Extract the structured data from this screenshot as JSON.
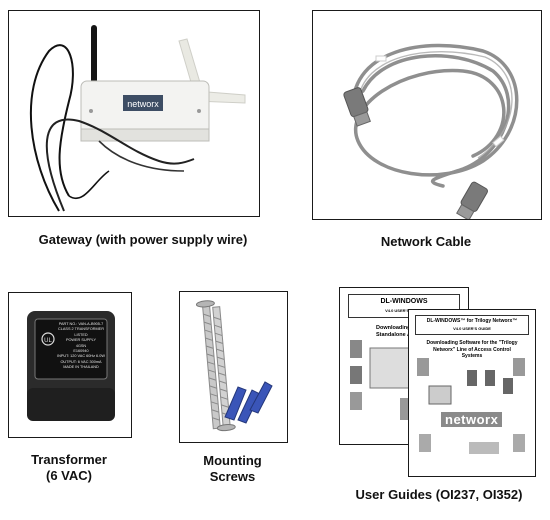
{
  "items": [
    {
      "id": "gateway",
      "caption": "Gateway (with power supply wire)",
      "device_label": "networx"
    },
    {
      "id": "network_cable",
      "caption": "Network Cable"
    },
    {
      "id": "transformer",
      "caption_lines": [
        "Transformer",
        "(6 VAC)"
      ],
      "label_lines": [
        "PART NO.: VAN-A-B905-7",
        "CLASS 2 TRANSFORMER",
        "LISTED",
        "POWER SUPPLY",
        "4GSN",
        "E160940",
        "INPUT: 120 VAC 60Hz 6.0W",
        "OUTPUT: 6 VAC 300mA",
        "MADE IN THAILAND"
      ]
    },
    {
      "id": "mounting_screws",
      "caption_lines": [
        "Mounting",
        "Screws"
      ]
    },
    {
      "id": "user_guides",
      "caption": "User Guides (OI237, OI352)",
      "guide_back": {
        "title": "DL-WINDOWS",
        "subtitle": "V4.0 USER'S GUIDE",
        "heading": "Downloading S... the Trilogy ... Standalone Acc... System"
      },
      "guide_front": {
        "title": "DL-WINDOWS™ for Trilogy Networx™",
        "subtitle": "V4.0 USER'S GUIDE",
        "heading": "Downloading Software for the \"Trilogy Networx\" Line of Access Control Systems",
        "brand": "networx"
      }
    }
  ]
}
